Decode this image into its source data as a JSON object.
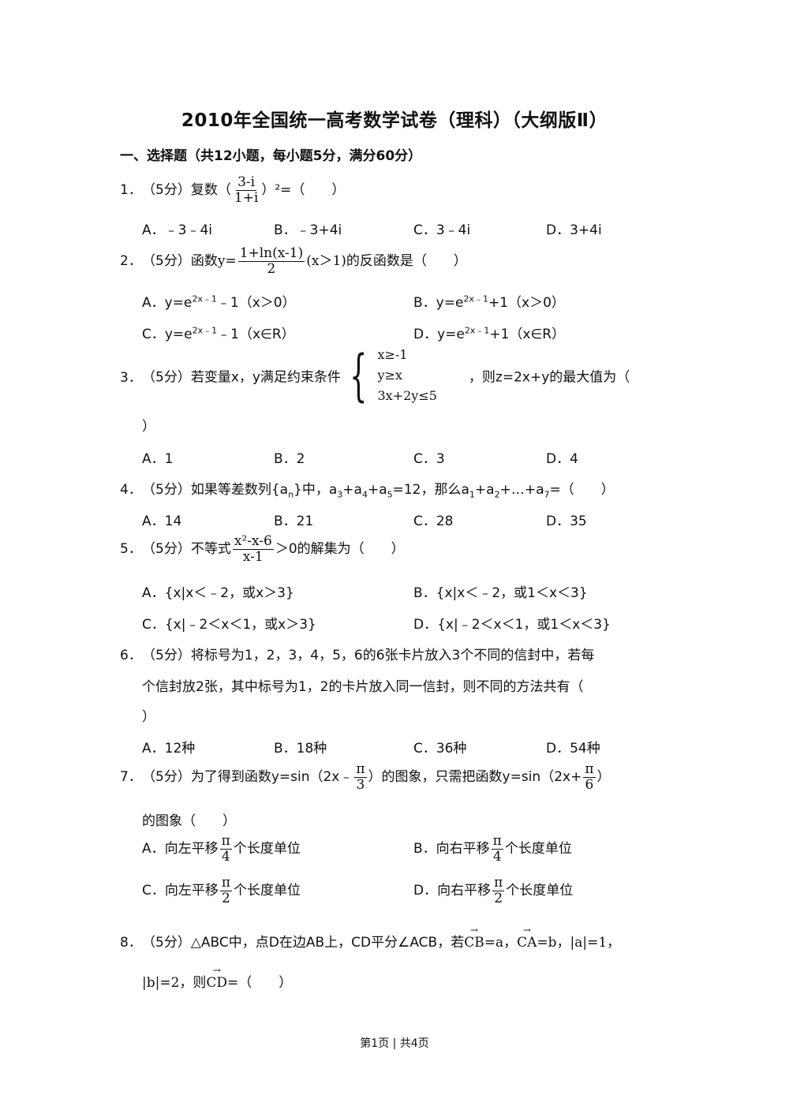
{
  "title": "2010年全国统一高考数学试卷（理科）（大纲版Ⅱ）",
  "section": "一、选择题（共12小题，每小题5分，满分60分）",
  "q1": {
    "num": "1．",
    "pre": "（5分）复数（",
    "frac_num": "3-i",
    "frac_den": "1+i",
    "post": "）²=（　　）",
    "options": [
      "A．﹣3﹣4i",
      "B．﹣3+4i",
      "C．3﹣4i",
      "D．3+4i"
    ]
  },
  "q2": {
    "num": "2．",
    "pre": "（5分）函数",
    "y": "y=",
    "frac_num": "1+ln(x-1)",
    "frac_den": "2",
    "post": "(x＞1)的反函数是（　　）",
    "optA": "A．y=e",
    "optA_sup": "2x﹣1",
    "optA_tail": "﹣1（x＞0）",
    "optB": "B．y=e",
    "optB_sup": "2x﹣1",
    "optB_tail": "+1（x＞0）",
    "optC": "C．y=e",
    "optC_sup": "2x﹣1",
    "optC_tail": "﹣1（x∈R）",
    "optD": "D．y=e",
    "optD_sup": "2x﹣1",
    "optD_tail": "+1（x∈R）"
  },
  "q3": {
    "num": "3．",
    "pre": "（5分）若变量x，y满足约束条件",
    "sys1": "x≥-1",
    "sys2": "y≥x",
    "sys3": "3x+2y≤5",
    "post": "，则z=2x+y的最大值为（",
    "close": "）",
    "options": [
      "A．1",
      "B．2",
      "C．3",
      "D．4"
    ]
  },
  "q4": {
    "num": "4．",
    "text": "（5分）如果等差数列{a",
    "s1": "n",
    "t1": "}中，a",
    "s2": "3",
    "t2": "+a",
    "s3": "4",
    "t3": "+a",
    "s4": "5",
    "t4": "=12，那么a",
    "s5": "1",
    "t5": "+a",
    "s6": "2",
    "t6": "+…+a",
    "s7": "7",
    "t7": "=（　　）",
    "options": [
      "A．14",
      "B．21",
      "C．28",
      "D．35"
    ]
  },
  "q5": {
    "num": "5．",
    "pre": "（5分）不等式",
    "frac_num": "x²-x-6",
    "frac_den": "x-1",
    "post": "＞0的解集为（　　）",
    "optA": "A．{x|x＜﹣2，或x＞3}",
    "optB": "B．{x|x＜﹣2，或1＜x＜3}",
    "optC": "C．{x|﹣2＜x＜1，或x＞3}",
    "optD": "D．{x|﹣2＜x＜1，或1＜x＜3}"
  },
  "q6": {
    "num": "6．",
    "line1": "（5分）将标号为1，2，3，4，5，6的6张卡片放入3个不同的信封中，若每",
    "line2": "个信封放2张，其中标号为1，2的卡片放入同一信封，则不同的方法共有（",
    "line3": "）",
    "options": [
      "A．12种",
      "B．18种",
      "C．36种",
      "D．54种"
    ]
  },
  "q7": {
    "num": "7．",
    "pre": "（5分）为了得到函数y=sin（2x﹣",
    "f1_num": "π",
    "f1_den": "3",
    "mid": "）的图象，只需把函数y=sin（2x+",
    "f2_num": "π",
    "f2_den": "6",
    "post": "）",
    "line2": "的图象（　　）",
    "optA_pre": "A．向左平移",
    "optA_num": "π",
    "optA_den": "4",
    "optA_post": "个长度单位",
    "optB_pre": "B．向右平移",
    "optB_num": "π",
    "optB_den": "4",
    "optB_post": "个长度单位",
    "optC_pre": "C．向左平移",
    "optC_num": "π",
    "optC_den": "2",
    "optC_post": "个长度单位",
    "optD_pre": "D．向右平移",
    "optD_num": "π",
    "optD_den": "2",
    "optD_post": "个长度单位"
  },
  "q8": {
    "num": "8．",
    "pre": "（5分）△ABC中，点D在边AB上，CD平分∠ACB，若",
    "v1": "CB",
    "e1": "=a，",
    "v2": "CA",
    "e2": "=b，",
    "m1": "|a|=1，",
    "line2a": "|b|=2，则",
    "v3": "CD",
    "line2b": "=（　　）"
  },
  "footer": "第1页 | 共4页"
}
